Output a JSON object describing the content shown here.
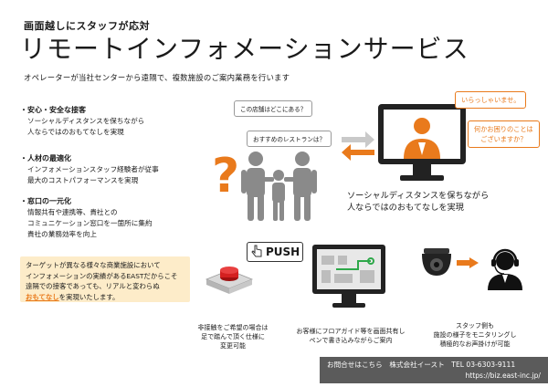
{
  "header": {
    "subtitle": "画面越しにスタッフが応対",
    "title": "リモートインフォメーションサービス",
    "lead": "オペレーターが当社センターから遠隔で、複数施設のご案内業務を行います"
  },
  "features": [
    {
      "heading": "・安心・安全な接客",
      "lines": [
        "ソーシャルディスタンスを保ちながら",
        "人ならではのおもてなしを実現"
      ]
    },
    {
      "heading": "・人材の最適化",
      "lines": [
        "インフォメーションスタッフ経験者が従事",
        "最大のコストパフォーマンスを実現"
      ]
    },
    {
      "heading": "・窓口の一元化",
      "lines": [
        "情報共有や連携等、貴社との",
        "コミュニケーション窓口を一箇所に集約",
        "貴社の業務効率を向上"
      ]
    }
  ],
  "note": {
    "line1": "ターゲットが異なる様々な商業施設において",
    "line2": "インフォメーションの実績があるEASTだからこそ",
    "line3": "遠隔での接客であっても、リアルと変わらぬ",
    "highlight": "おもてなし",
    "line4_rest": "を実現いたします。"
  },
  "scene": {
    "bubble_store": "この店舗はどこにある？",
    "bubble_restaurant": "おすすめのレストランは？",
    "bubble_welcome": "いらっしゃいませ。",
    "bubble_help_1": "何かお困りのことは",
    "bubble_help_2": "ございますか？",
    "social_line1": "ソーシャルディスタンスを保ちながら",
    "social_line2": "人ならではのおもてなしを実現"
  },
  "bottom": {
    "push_label": "PUSH",
    "caption1": [
      "非接触をご希望の場合は",
      "足で踏んで頂く仕様に",
      "変更可能"
    ],
    "caption2": [
      "お客様にフロアガイド等を画面共有し",
      "ペンで書き込みながらご案内"
    ],
    "caption3": [
      "スタッフ側も",
      "施設の様子をモニタリングし",
      "積極的なお声掛けが可能"
    ]
  },
  "footer": {
    "contact": "お問合せはこちら　株式会社イースト　TEL 03-6303-9111",
    "url": "https://biz.east-inc.jp/"
  },
  "colors": {
    "accent": "#e97a1c",
    "note_bg": "#fdecc9",
    "figure_gray": "#8a8a8a",
    "footer_bg": "#5b5b5b"
  }
}
